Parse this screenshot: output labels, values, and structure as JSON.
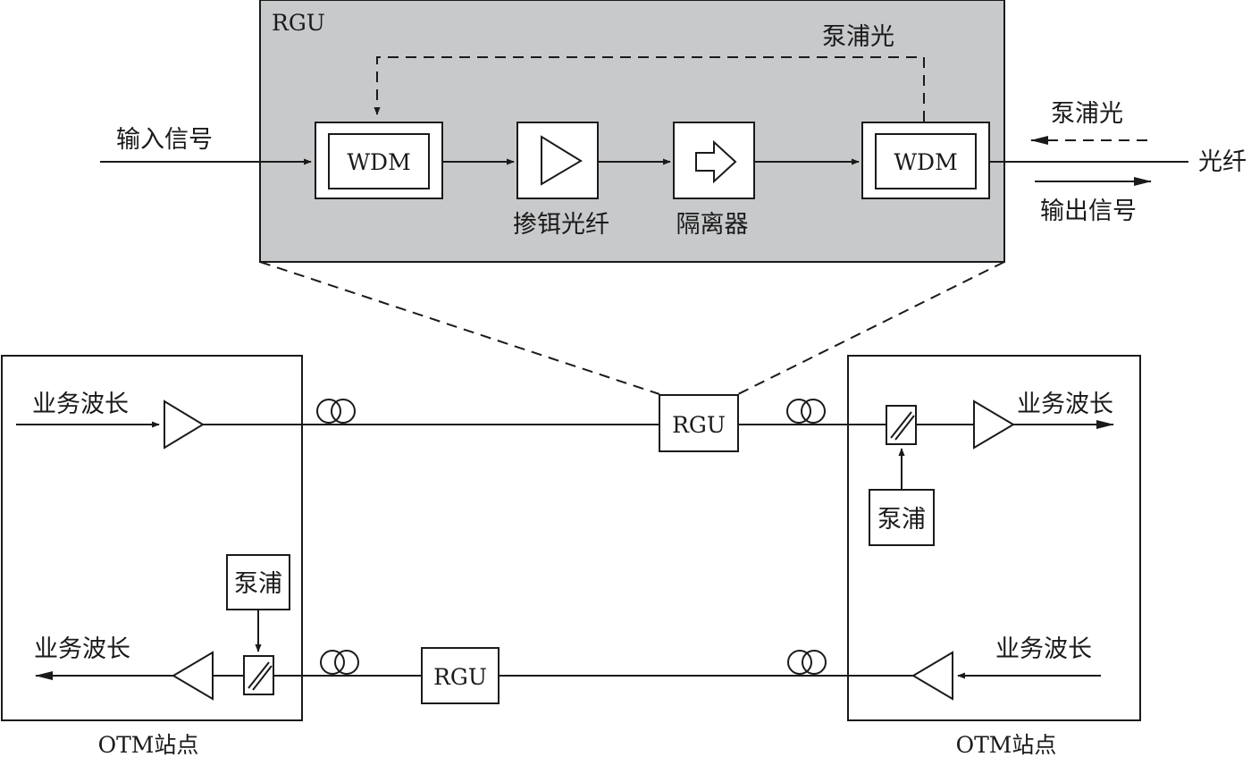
{
  "rgu_detail": {
    "title": "RGU",
    "pump_light_label": "泵浦光",
    "input_signal": "输入信号",
    "wdm_left": "WDM",
    "wdm_right": "WDM",
    "erbium_fiber": "掺铒光纤",
    "isolator": "隔离器",
    "ext_pump_light": "泵浦光",
    "fiber": "光纤",
    "output_signal": "输出信号",
    "panel_color": "#c8c9cb"
  },
  "network": {
    "left_station": {
      "label": "OTM站点",
      "service_wavelength_in": "业务波长",
      "service_wavelength_out": "业务波长",
      "pump": "泵浦"
    },
    "right_station": {
      "label": "OTM站点",
      "service_wavelength_out": "业务波长",
      "service_wavelength_in": "业务波长",
      "pump": "泵浦"
    },
    "rgu_upper": "RGU",
    "rgu_lower": "RGU"
  }
}
